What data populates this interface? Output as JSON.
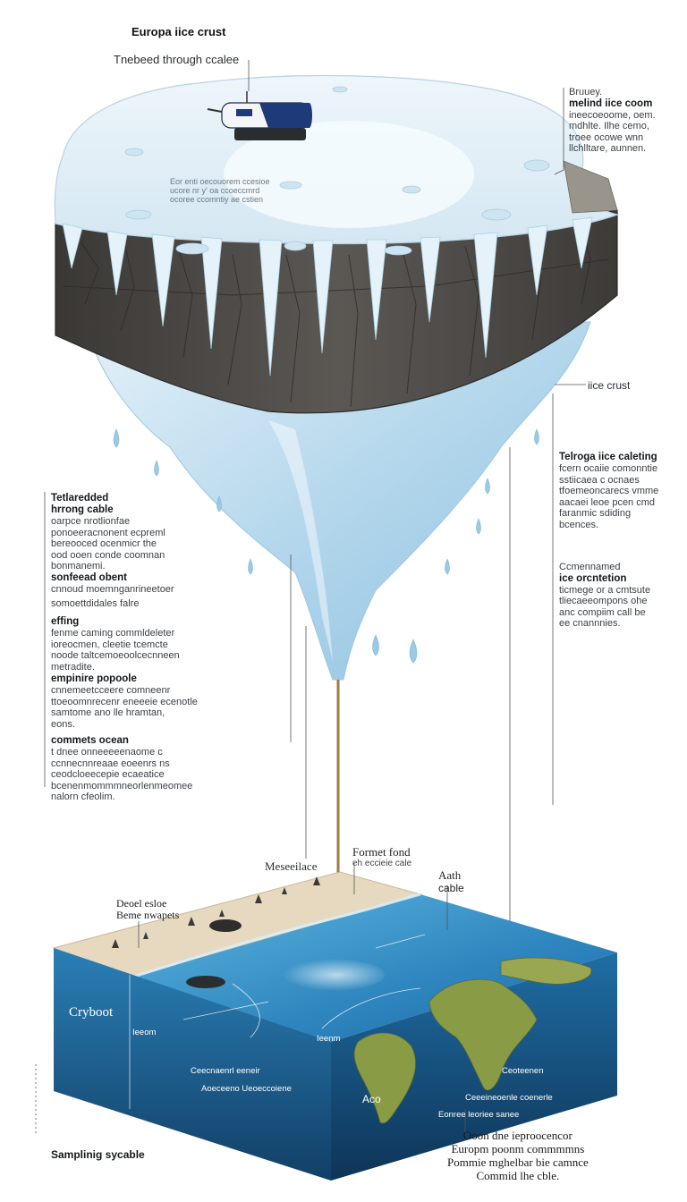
{
  "diagram": {
    "title": "Europa iice crust",
    "top_label": "Tnebeed through ccalee",
    "top_right_block": {
      "head": "Bruuey.",
      "lines": [
        "melind iice coom",
        "ineecoeoome, oem.",
        "mdhlte. Ilhe cemo,",
        "troee ocowe wnn",
        "llchlltare, aunnen."
      ]
    },
    "surface_text": [
      "Eor enti oecouorem ccesioe",
      "ucore nr y' oa ccoeccmrd",
      "ocoree ccomntiy ae cstien"
    ],
    "ice_crust_label": "iice crust",
    "right_block_1": {
      "head": "Telroga iice caleting",
      "lines": [
        "fcern ocaiie comonntie",
        "sstiicaea c ocnaes",
        "tfoemeoncarecs vmme",
        "aacaei leoe pcen cmd",
        "faranmic sdiding",
        "bcences."
      ]
    },
    "right_block_2": {
      "head": "Ccmennamed",
      "sub": "ice orcntetion",
      "lines": [
        "ticmege or a cmtsute",
        "tliecaeeompons ohe",
        "anc compiim call be",
        "ee cnannnies."
      ]
    },
    "left_block_1": {
      "head": "Tetlaredded",
      "sub": "hrrong cable",
      "lines": [
        "oarpce nrotlionfae",
        "ponoeeracnonent ecpreml",
        "bereooced ocenmicr the",
        "ood ooen conde coomnan",
        "bonmanemi."
      ]
    },
    "left_block_2": {
      "head": "sonfeead obent",
      "lines": [
        "cnnoud moemnganrineetoer"
      ]
    },
    "left_block_3": {
      "head": "somoettdidales falre",
      "lines": []
    },
    "left_block_4": {
      "head": "effing",
      "lines": [
        "fenme caming commldeleter",
        "ioreocmen, cleetie tcemcte",
        "noode taltcemoeoolcecnneen",
        "metradite."
      ]
    },
    "left_block_5": {
      "head": "empinire popoole",
      "lines": [
        "cnnemeetcceere comneenr",
        "ttoeoomnrecenr eneeeie ecenotle",
        "samtome ano lle hramtan,",
        "eons."
      ]
    },
    "left_block_6": {
      "head": "commets ocean",
      "lines": [
        "t dnee onneeeeenaome c",
        "ccnnecnnreaae eoeenrs ns",
        "ceodcloeecepie ecaeatice",
        "bcenenmommmneorlenmeomee",
        "nalorn cfeolim."
      ]
    },
    "mid_label_1": "Meseeilace",
    "mid_label_2": [
      "Formet fond",
      "eh eccieie cale"
    ],
    "mid_label_3": [
      "Aath",
      "cable"
    ],
    "beach_label": [
      "Deoel esloe",
      "Beme nwapets"
    ],
    "cryobot_label": "Cryboot",
    "ocean_labels": [
      "Ieeom",
      "Ieenm",
      "Ceecnaenrl eeneir",
      "Aoeceeno Ueoeccoiene",
      "Ceoteenen",
      "Ceeeineoenle coenerle",
      "Eonree leoriee sanee"
    ],
    "africa_label": "Aco",
    "sampling_label": "Samplinig sycable",
    "bottom_caption": [
      "Ooon dne ieproocencor",
      "Europm poonm commmmns",
      "Pommie mghelbar bie camnce",
      "Commid lhe cble."
    ]
  },
  "colors": {
    "ice_top": "#e8f2f8",
    "ice_blue": "#b6d8ea",
    "rock": "#4a4845",
    "ocean_dark": "#1b5f8f",
    "ocean_light": "#3f9ac9",
    "sand": "#e3d6bd",
    "land": "#7b8a3d"
  }
}
